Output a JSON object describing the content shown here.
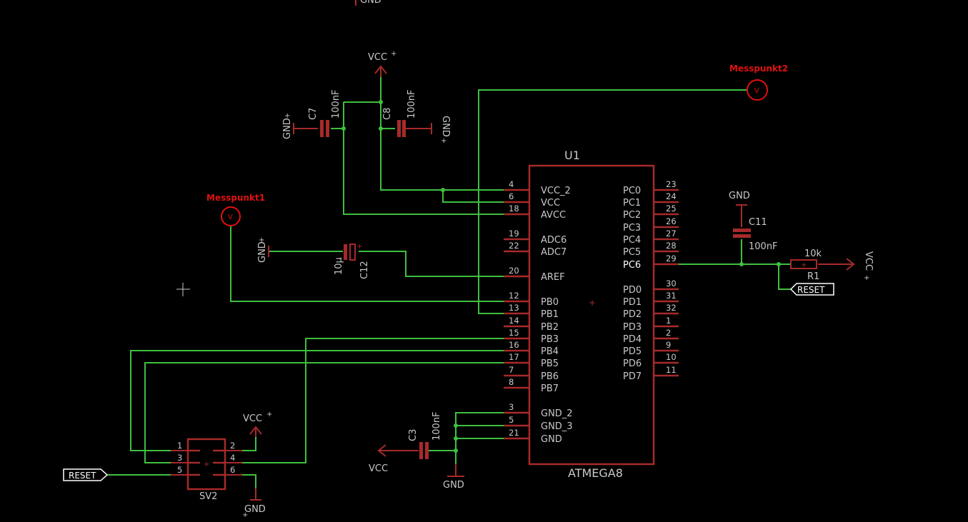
{
  "title_partial": "GND",
  "ic": {
    "name": "U1",
    "value": "ATMEGA8",
    "left_pins": [
      {
        "num": "4",
        "name": "VCC_2"
      },
      {
        "num": "6",
        "name": "VCC"
      },
      {
        "num": "18",
        "name": "AVCC"
      },
      {
        "num": "19",
        "name": "ADC6"
      },
      {
        "num": "22",
        "name": "ADC7"
      },
      {
        "num": "20",
        "name": "AREF"
      },
      {
        "num": "12",
        "name": "PB0"
      },
      {
        "num": "13",
        "name": "PB1"
      },
      {
        "num": "14",
        "name": "PB2"
      },
      {
        "num": "15",
        "name": "PB3"
      },
      {
        "num": "16",
        "name": "PB4"
      },
      {
        "num": "17",
        "name": "PB5"
      },
      {
        "num": "7",
        "name": "PB6"
      },
      {
        "num": "8",
        "name": "PB7"
      },
      {
        "num": "3",
        "name": "GND_2"
      },
      {
        "num": "5",
        "name": "GND_3"
      },
      {
        "num": "21",
        "name": "GND"
      }
    ],
    "right_pins": [
      {
        "num": "23",
        "name": "PC0"
      },
      {
        "num": "24",
        "name": "PC1"
      },
      {
        "num": "25",
        "name": "PC2"
      },
      {
        "num": "26",
        "name": "PC3"
      },
      {
        "num": "27",
        "name": "PC4"
      },
      {
        "num": "28",
        "name": "PC5"
      },
      {
        "num": "29",
        "name": "PC6"
      },
      {
        "num": "30",
        "name": "PD0"
      },
      {
        "num": "31",
        "name": "PD1"
      },
      {
        "num": "32",
        "name": "PD2"
      },
      {
        "num": "1",
        "name": "PD3"
      },
      {
        "num": "2",
        "name": "PD4"
      },
      {
        "num": "9",
        "name": "PD5"
      },
      {
        "num": "10",
        "name": "PD6"
      },
      {
        "num": "11",
        "name": "PD7"
      }
    ]
  },
  "probes": {
    "p1": {
      "name": "Messpunkt1",
      "symbol": "V"
    },
    "p2": {
      "name": "Messpunkt2",
      "symbol": "V"
    }
  },
  "supplies": {
    "vcc": "VCC",
    "gnd": "GND",
    "plus": "+"
  },
  "caps": {
    "c7": {
      "name": "C7",
      "value": "100nF"
    },
    "c8": {
      "name": "C8",
      "value": "100nF"
    },
    "c11": {
      "name": "C11",
      "value": "100nF"
    },
    "c12": {
      "name": "C12",
      "value": "10µ"
    },
    "c3": {
      "name": "C3",
      "value": "100nF"
    }
  },
  "resistor": {
    "name": "R1",
    "value": "10k"
  },
  "labels": {
    "reset": "RESET"
  },
  "header": {
    "name": "SV2",
    "pins_left": [
      "1",
      "3",
      "5"
    ],
    "pins_right": [
      "2",
      "4",
      "6"
    ]
  },
  "colors": {
    "wire": "#3fbf3f",
    "part": "#a72a2a",
    "probe": "#e01010",
    "text": "#c8c8c8",
    "background": "#000000"
  }
}
